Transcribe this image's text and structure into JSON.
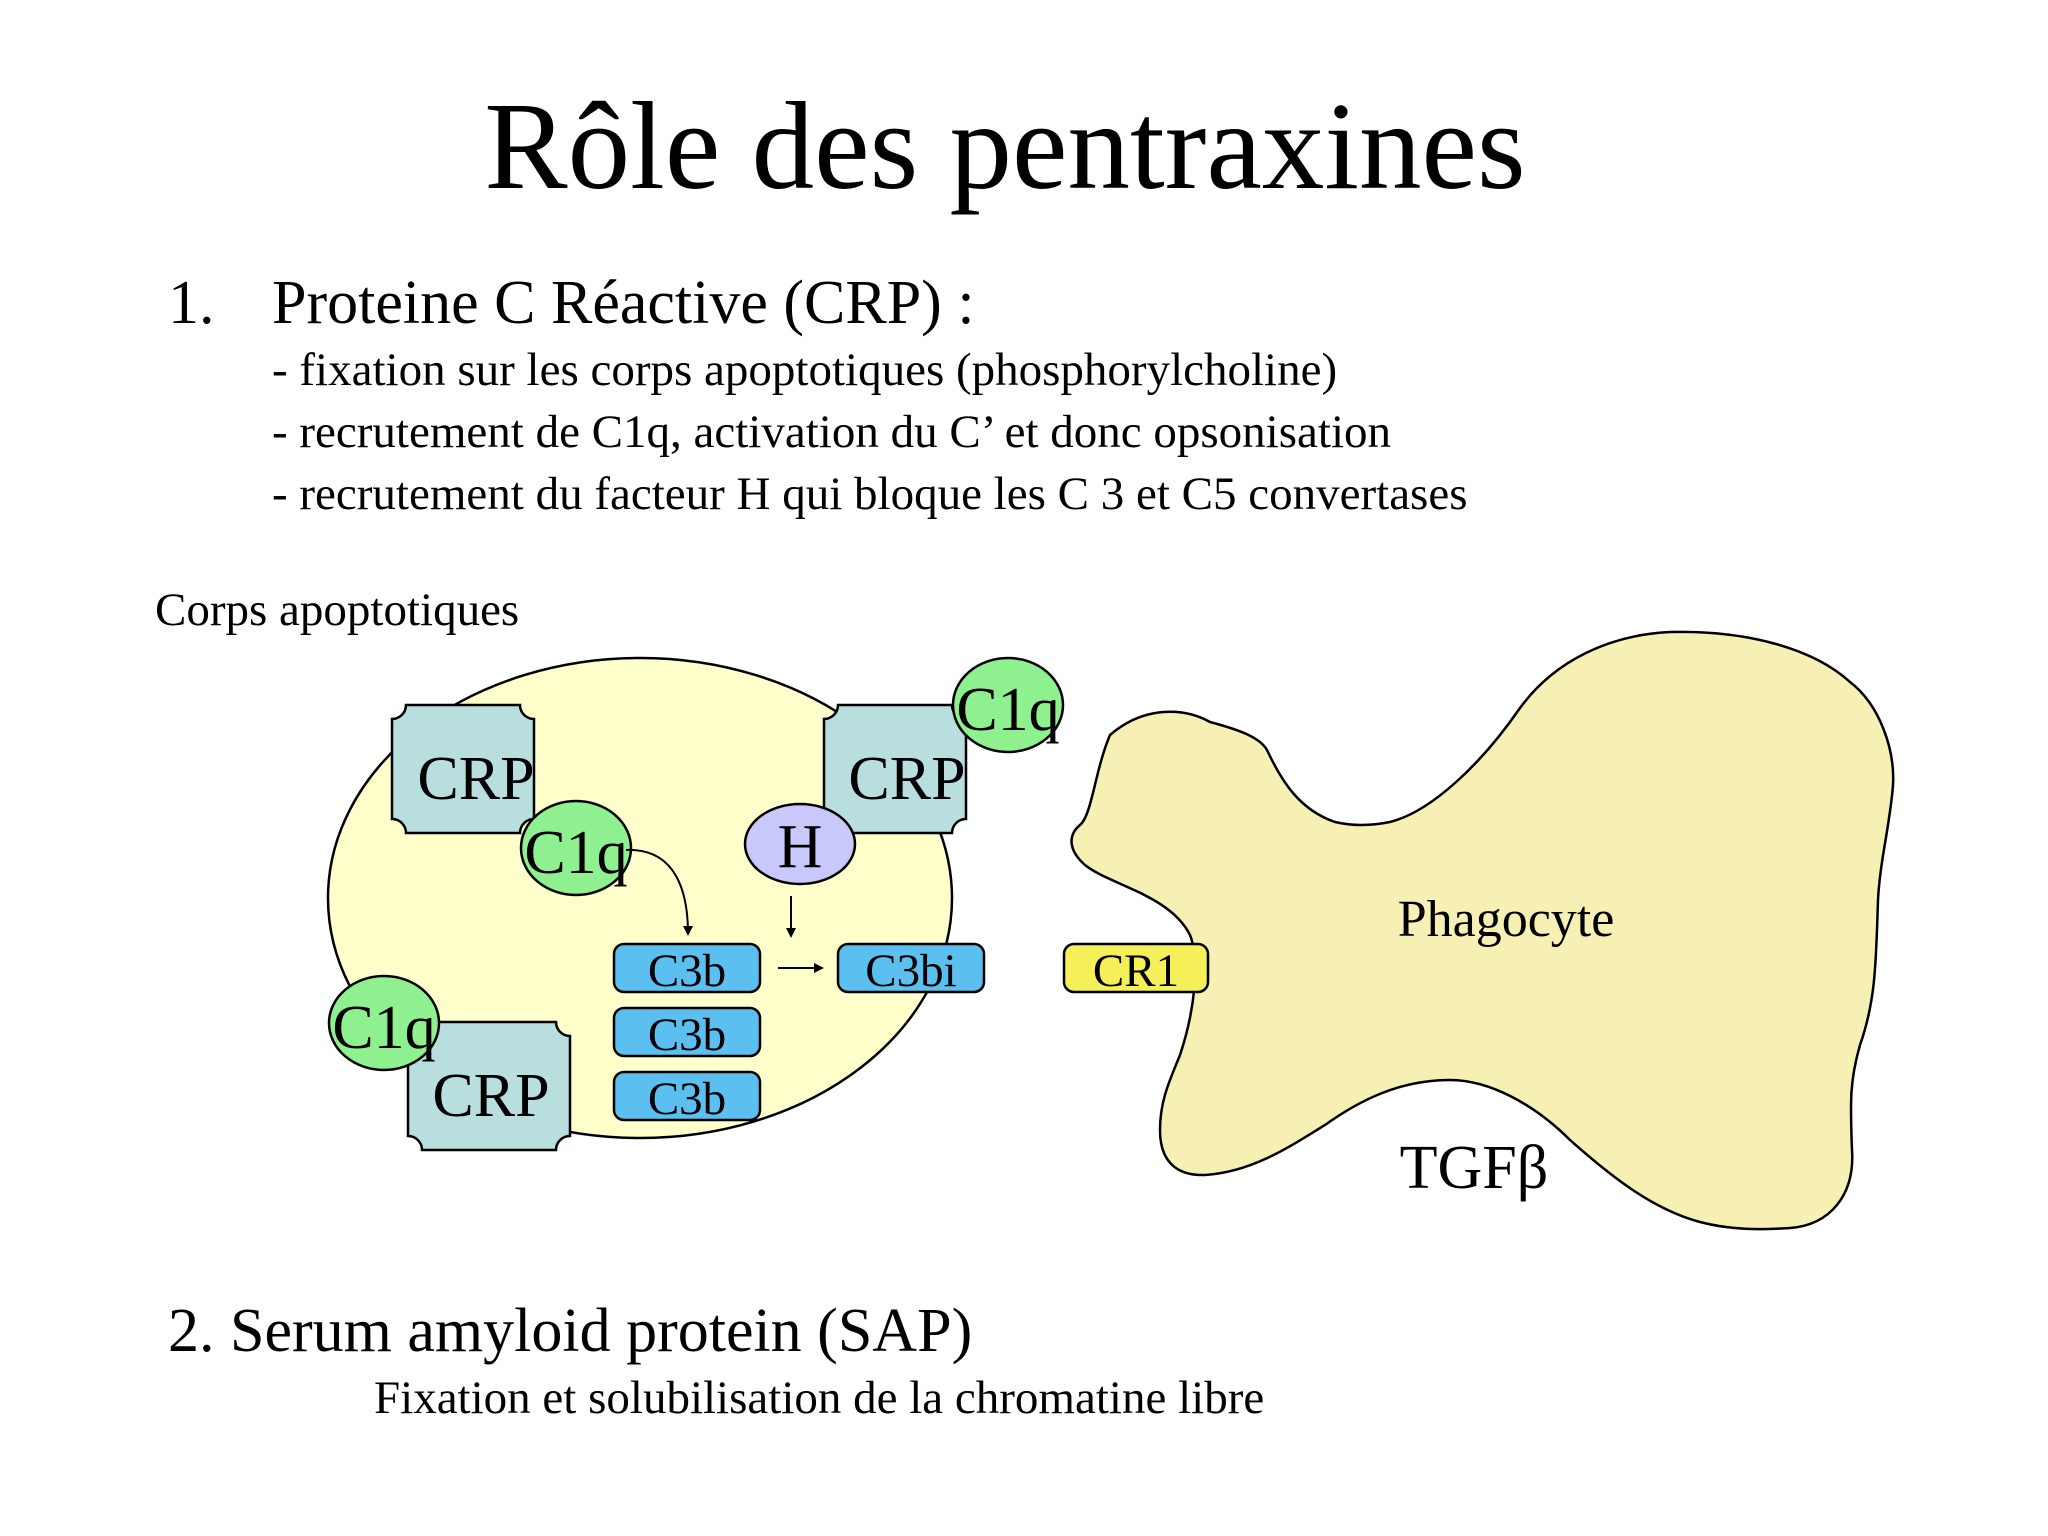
{
  "title": "Rôle des pentraxines",
  "section1": {
    "number": "1.",
    "heading": "Proteine C Réactive (CRP) :",
    "bullets": [
      "- fixation sur les corps apoptotiques (phosphorylcholine)",
      "- recrutement de C1q, activation du C’ et donc opsonisation",
      "- recrutement du facteur H qui bloque les C 3 et C5 convertases"
    ]
  },
  "diagram": {
    "cell_label": "Corps apoptotiques",
    "crp_label": "CRP",
    "c1q_label": "C1q",
    "h_label": "H",
    "c3b_label": "C3b",
    "c3bi_label": "C3bi",
    "cr1_label": "CR1",
    "phagocyte_label": "Phagocyte",
    "tgf_label": "TGFβ",
    "colors": {
      "cell_fill": "#ffffcc",
      "crp_fill": "#b9dede",
      "c1q_fill": "#8ff08f",
      "h_fill": "#c8c8fa",
      "c3b_fill": "#5bc0f0",
      "cr1_fill": "#f5f05a",
      "phagocyte_fill": "#f7f0b4"
    }
  },
  "section2": {
    "heading": "2. Serum amyloid protein (SAP)",
    "subtext": "Fixation et solubilisation de la chromatine libre"
  }
}
